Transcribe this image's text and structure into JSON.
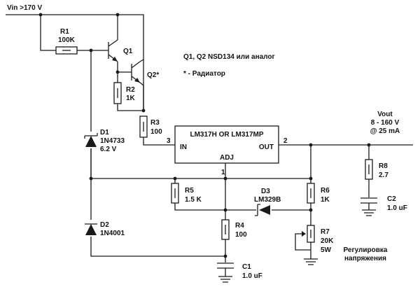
{
  "colors": {
    "line": "#1a1a1a",
    "background": "#ffffff"
  },
  "input": {
    "label": "Vin >170 V"
  },
  "notes": {
    "transistors": "Q1, Q2 NSD134 или аналог",
    "heatsink": "* - Радиатор",
    "adjust_line1": "Регулировка",
    "adjust_line2": "напряжения"
  },
  "output": {
    "line1": "Vout",
    "line2": "8 - 160 V",
    "line3": "@ 25 mA"
  },
  "regulator": {
    "name": "LM317H OR LM317MP",
    "pin_in": "IN",
    "pin_out": "OUT",
    "pin_adj": "ADJ",
    "pin_in_num": "3",
    "pin_out_num": "2",
    "pin_adj_num": "1"
  },
  "components": {
    "r1": {
      "ref": "R1",
      "value": "100K"
    },
    "r2": {
      "ref": "R2",
      "value": "1K"
    },
    "r3": {
      "ref": "R3",
      "value": "100"
    },
    "r4": {
      "ref": "R4",
      "value": "100"
    },
    "r5": {
      "ref": "R5",
      "value": "1.5 K"
    },
    "r6": {
      "ref": "R6",
      "value": "1K"
    },
    "r7": {
      "ref": "R7",
      "value": "20K",
      "value2": "5W"
    },
    "r8": {
      "ref": "R8",
      "value": "2.7"
    },
    "q1": {
      "ref": "Q1"
    },
    "q2": {
      "ref": "Q2*"
    },
    "d1": {
      "ref": "D1",
      "value": "1N4733",
      "value2": "6.2 V"
    },
    "d2": {
      "ref": "D2",
      "value": "1N4001"
    },
    "d3": {
      "ref": "D3",
      "value": "LM329B"
    },
    "c1": {
      "ref": "C1",
      "value": "1.0 uF"
    },
    "c2": {
      "ref": "C2",
      "value": "1.0 uF"
    }
  }
}
